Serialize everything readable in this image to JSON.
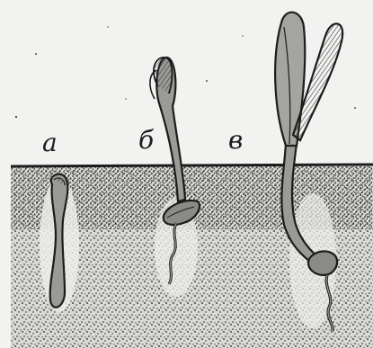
{
  "figure": {
    "colors": {
      "paper": "#f2f2f0",
      "soil": "#d6d6d2",
      "ink": "#1c1c1c",
      "seedling_fill": "#9a9a96"
    },
    "stages": [
      {
        "label": "а"
      },
      {
        "label": "б"
      },
      {
        "label": "в"
      }
    ]
  }
}
